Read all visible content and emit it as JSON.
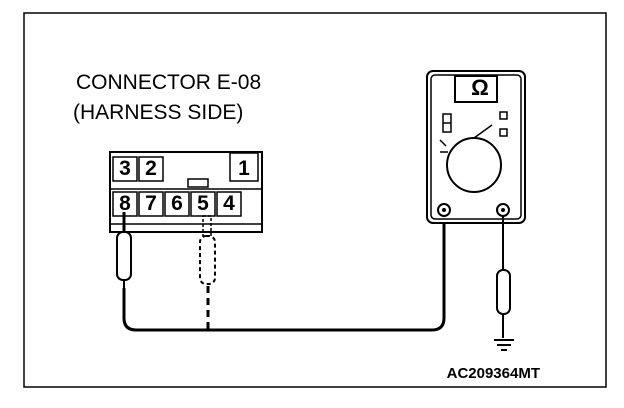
{
  "connector": {
    "title": "CONNECTOR E-08",
    "subtitle": "(HARNESS SIDE)",
    "pins_top": [
      "3",
      "2",
      "1"
    ],
    "pins_bottom": [
      "8",
      "7",
      "6",
      "5",
      "4"
    ]
  },
  "meter": {
    "symbol": "Ω"
  },
  "figure_code": "AC209364MT"
}
